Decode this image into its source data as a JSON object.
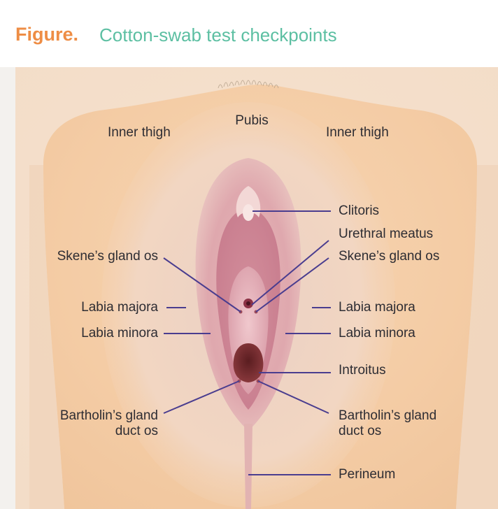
{
  "figure": {
    "label": "Figure.",
    "title": "Cotton-swab test checkpoints"
  },
  "colors": {
    "figure_label": "#ee8d45",
    "title": "#5cbfa2",
    "leader_line": "#4a3d8f",
    "label_text": "#2e2d33"
  },
  "labels": {
    "pubis": "Pubis",
    "inner_thigh_left": "Inner thigh",
    "inner_thigh_right": "Inner thigh",
    "clitoris": "Clitoris",
    "urethral_meatus": "Urethral meatus",
    "skenes_left": "Skene’s gland os",
    "skenes_right": "Skene’s gland os",
    "labia_majora_left": "Labia majora",
    "labia_majora_right": "Labia majora",
    "labia_minora_left": "Labia minora",
    "labia_minora_right": "Labia minora",
    "introitus": "Introitus",
    "bartholins_left_1": "Bartholin’s gland",
    "bartholins_left_2": "duct os",
    "bartholins_right_1": "Bartholin’s gland",
    "bartholins_right_2": "duct os",
    "perineum": "Perineum"
  }
}
